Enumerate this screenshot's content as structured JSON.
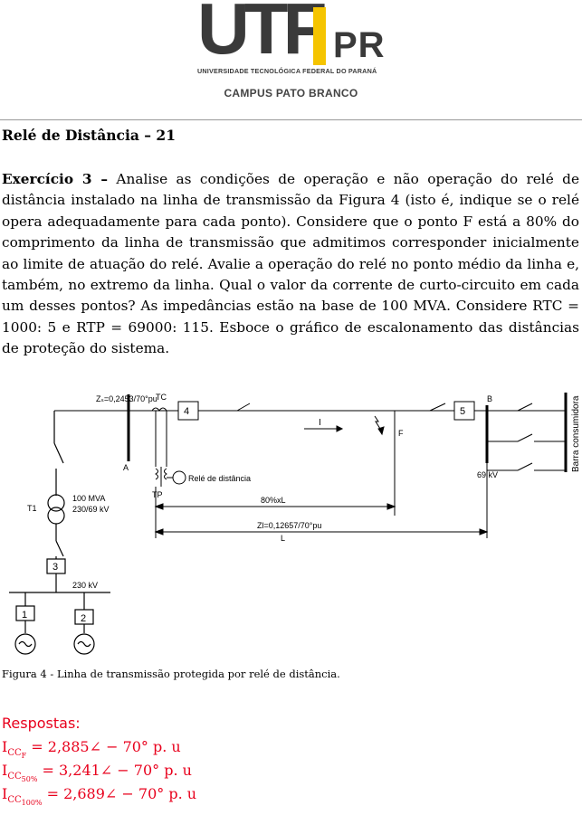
{
  "header": {
    "logo_main": "UTF",
    "logo_pr": "PR",
    "university_name": "UNIVERSIDADE TECNOLÓGICA FEDERAL DO PARANÁ",
    "campus": "CAMPUS PATO BRANCO"
  },
  "document": {
    "title": "Relé de Distância – 21",
    "exercise_label": "Exercício 3 –",
    "exercise_text": "Analise as condições de operação e não operação do relé de distância instalado na linha de transmissão da Figura 4 (isto é, indique se o relé opera adequadamente para cada ponto). Considere que o ponto F está a 80% do comprimento da linha de transmissão que admitimos corresponder inicialmente ao limite de atuação do relé. Avalie a operação do relé no ponto médio da linha e, também, no extremo da linha. Qual o valor da corrente de curto-circuito em cada um desses pontos? As impedâncias estão na base de 100 MVA. Considere RTC = 1000: 5 e RTP = 69000: 115. Esboce o gráfico de escalonamento das distâncias de proteção do sistema.",
    "caption": "Figura 4 - Linha de transmissão protegida por relé de distância."
  },
  "diagram": {
    "zs_label": "Zₛ=0,2453/70°pu",
    "tc_label": "TC",
    "tp_label": "TP",
    "bus_a": "A",
    "bus_b": "B",
    "breaker_4": "4",
    "breaker_5": "5",
    "breaker_3": "3",
    "gen_1": "1",
    "gen_2": "2",
    "current_label": "I",
    "fault_label": "F",
    "relay_label": "Relé de distância",
    "transformer_label": "T1",
    "transformer_rating": "100 MVA",
    "transformer_voltage": "230/69 kV",
    "bus_b_voltage": "69 kV",
    "bus_230_voltage": "230 kV",
    "distance_80": "80%xL",
    "line_impedance": "Zl=0,12657/70°pu",
    "line_length": "L",
    "consumer_bus": "Barra consumidora"
  },
  "answers": {
    "heading": "Respostas:",
    "lines": [
      {
        "main": "I",
        "sub": "CC",
        "subsub": "F",
        "value": " = 2,885∠ − 70° p. u"
      },
      {
        "main": "I",
        "sub": "CC",
        "subsub": "50%",
        "value": " = 3,241∠ − 70° p. u"
      },
      {
        "main": "I",
        "sub": "CC",
        "subsub": "100%",
        "value": " = 2,689∠ − 70° p. u"
      }
    ]
  },
  "colors": {
    "answer_red": "#e8001c",
    "logo_gray": "#3a3a3a",
    "logo_yellow": "#f5c400"
  }
}
